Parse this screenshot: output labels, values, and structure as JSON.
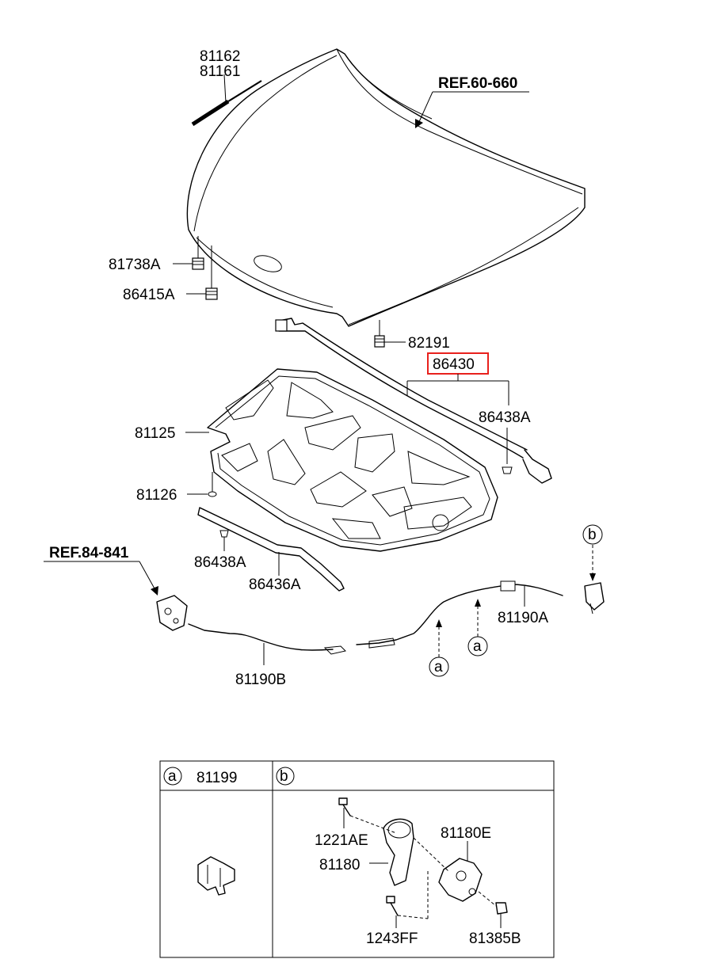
{
  "labels": {
    "p81162": "81162",
    "p81161": "81161",
    "ref60660": "REF.60-660",
    "p81738A": "81738A",
    "p86415A": "86415A",
    "p82191": "82191",
    "p86430": "86430",
    "p86438A_1": "86438A",
    "p81125": "81125",
    "p81126": "81126",
    "p86438A_2": "86438A",
    "p86436A": "86436A",
    "ref84841": "REF.84-841",
    "p81190A": "81190A",
    "p81190B": "81190B",
    "callout_a": "a",
    "callout_b": "b"
  },
  "highlight_color": "#e8201c",
  "legend_table": {
    "col_a": {
      "letter": "a",
      "part": "81199"
    },
    "col_b": {
      "letter": "b",
      "parts": [
        "1221AE",
        "81180",
        "81180E",
        "1243FF",
        "81385B"
      ]
    }
  }
}
